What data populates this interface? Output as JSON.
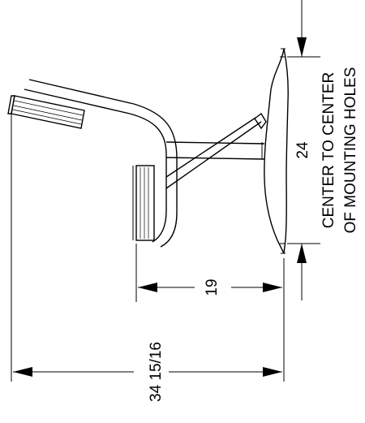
{
  "dimensions": {
    "overall_height": "34 15/16",
    "lower_height": "19",
    "hole_spacing_value": "24",
    "hole_spacing_line1": "CENTER TO CENTER",
    "hole_spacing_line2": "OF MOUNTING HOLES"
  }
}
